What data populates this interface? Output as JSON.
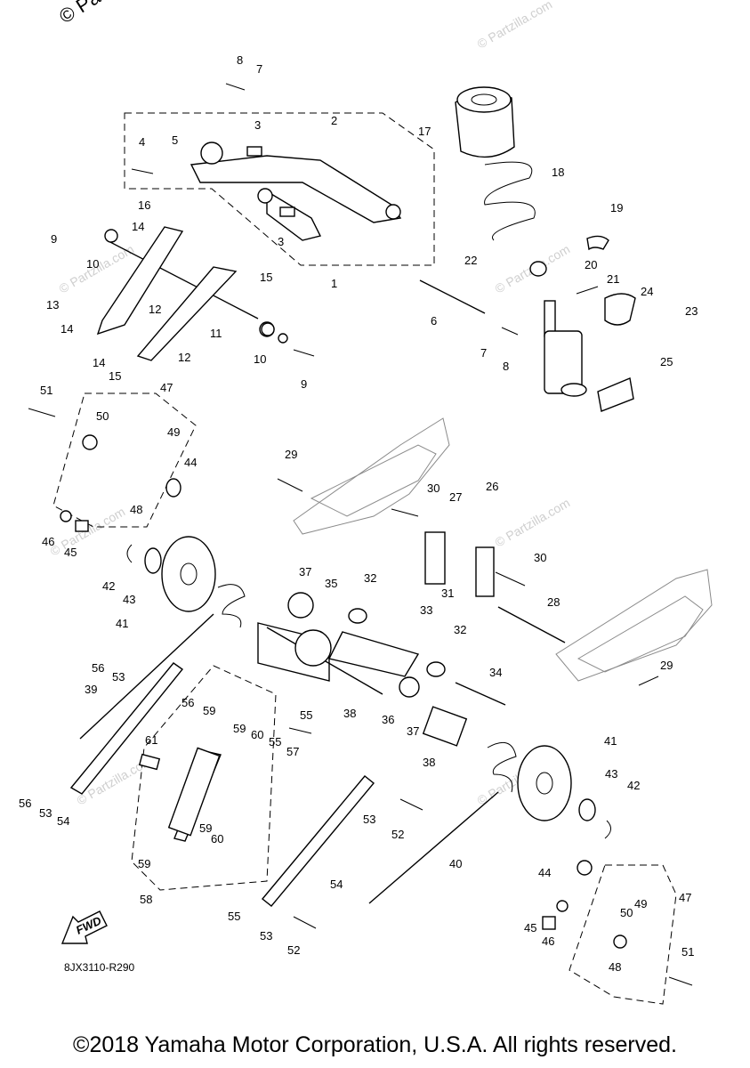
{
  "watermark": "© Partzilla.com",
  "diagram_code": "8JX3110-R290",
  "fwd_label": "FWD",
  "copyright": "©2018 Yamaha Motor Corporation, U.S.A. All rights reserved.",
  "callouts": [
    "8",
    "7",
    "3",
    "2",
    "17",
    "18",
    "4",
    "5",
    "16",
    "14",
    "9",
    "10",
    "3",
    "15",
    "1",
    "19",
    "22",
    "20",
    "21",
    "24",
    "23",
    "13",
    "12",
    "6",
    "7",
    "8",
    "14",
    "11",
    "25",
    "14",
    "12",
    "15",
    "10",
    "9",
    "51",
    "47",
    "50",
    "49",
    "44",
    "48",
    "46",
    "45",
    "29",
    "30",
    "27",
    "26",
    "42",
    "43",
    "41",
    "37",
    "35",
    "32",
    "31",
    "30",
    "33",
    "28",
    "32",
    "56",
    "53",
    "39",
    "56",
    "59",
    "59",
    "60",
    "55",
    "57",
    "38",
    "36",
    "37",
    "34",
    "29",
    "55",
    "61",
    "38",
    "41",
    "43",
    "42",
    "56",
    "53",
    "54",
    "59",
    "60",
    "53",
    "52",
    "40",
    "59",
    "58",
    "54",
    "44",
    "47",
    "49",
    "55",
    "50",
    "45",
    "46",
    "48",
    "53",
    "52",
    "51"
  ]
}
